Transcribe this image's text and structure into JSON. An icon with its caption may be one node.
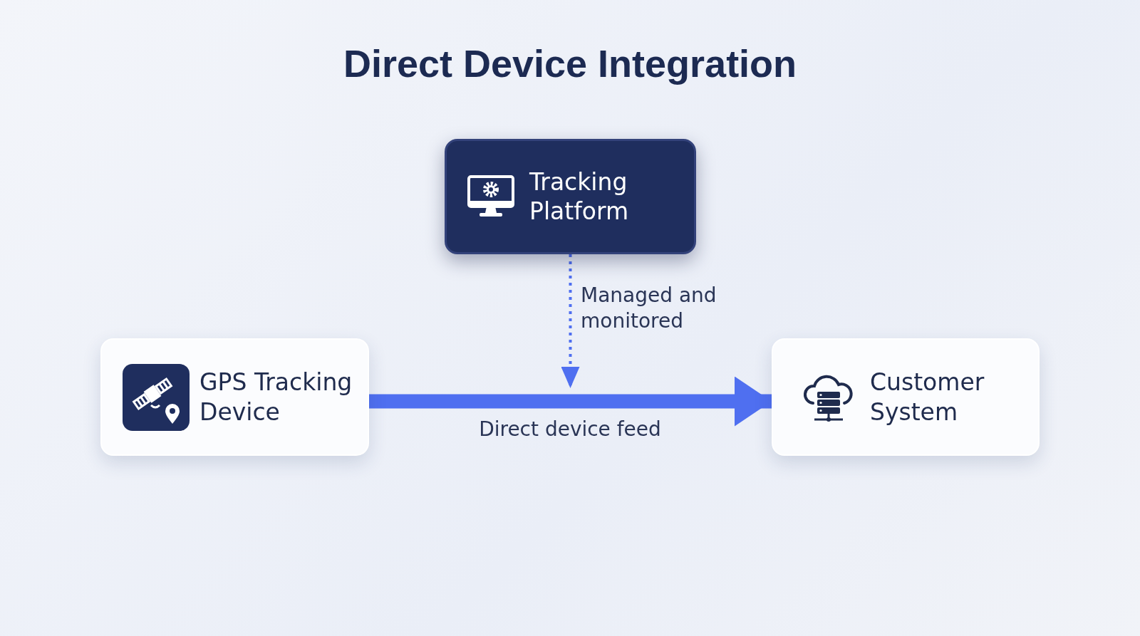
{
  "diagram": {
    "title": "Direct Device Integration",
    "nodes": [
      {
        "text": [
          "Tracking Platform"
        ]
      },
      {
        "text": [
          "GPS Tracking Device"
        ]
      },
      {
        "text": [
          "Customer System"
        ]
      }
    ],
    "edges": [
      {
        "from": 1,
        "to": 2,
        "arrow": "to",
        "label": "Direct device feed",
        "style": "thick"
      },
      {
        "from": 0,
        "to": null,
        "arrow": "to",
        "label": "Managed and monitored",
        "style": "dashed"
      }
    ]
  }
}
